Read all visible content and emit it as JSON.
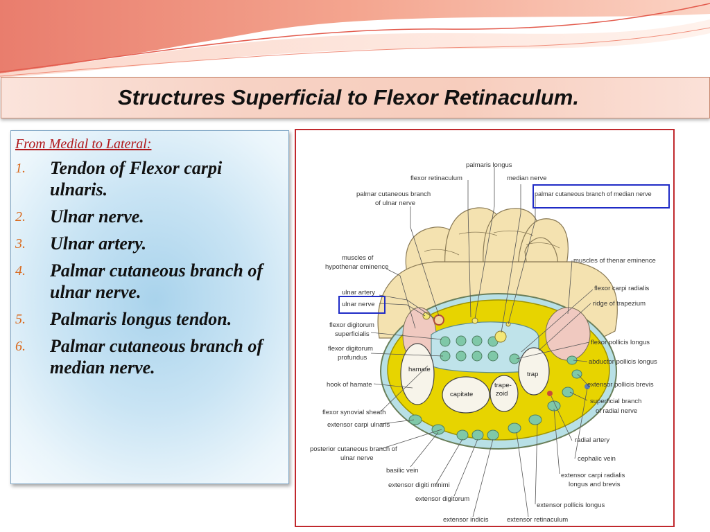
{
  "slide": {
    "title": "Structures Superficial to Flexor Retinaculum.",
    "subheading": "From Medial to Lateral:",
    "items": [
      {
        "number": "1.",
        "text": "Tendon of Flexor carpi ulnaris."
      },
      {
        "number": "2.",
        "text": "Ulnar nerve."
      },
      {
        "number": "3.",
        "text": "Ulnar artery."
      },
      {
        "number": "4.",
        "text": "Palmar cutaneous branch of ulnar nerve."
      },
      {
        "number": "5.",
        "text": "Palmaris longus tendon."
      },
      {
        "number": "6.",
        "text": "Palmar cutaneous branch of median nerve."
      }
    ]
  },
  "figure": {
    "left_labels": {
      "flexor_retinaculum": "flexor retinaculum",
      "palmar_cutaneous_ulnar_1": "palmar cutaneous branch",
      "palmar_cutaneous_ulnar_2": "of ulnar nerve",
      "muscles_hypothenar_1": "muscles of",
      "muscles_hypothenar_2": "hypothenar eminence",
      "ulnar_artery": "ulnar artery",
      "ulnar_nerve": "ulnar nerve",
      "fds_1": "flexor digitorum",
      "fds_2": "superficialis",
      "fdp_1": "flexor digitorum",
      "fdp_2": "profundus",
      "hook_of_hamate": "hook of hamate",
      "flexor_synovial_sheath": "flexor synovial sheath",
      "extensor_carpi_ulnaris": "extensor carpi ulnaris",
      "posterior_cutaneous_1": "posterior cutaneous branch of",
      "posterior_cutaneous_2": "ulnar nerve",
      "basilic_vein": "basilic vein",
      "extensor_digiti_minimi": "extensor digiti minimi",
      "extensor_digitorum": "extensor digitorum",
      "extensor_indicis": "extensor indicis"
    },
    "top_labels": {
      "palmaris_longus": "palmaris longus",
      "median_nerve": "median nerve",
      "palmar_cutaneous_median": "palmar cutaneous branch of median nerve"
    },
    "right_labels": {
      "muscles_thenar": "muscles of thenar eminence",
      "flexor_carpi_radialis": "flexor carpi radialis",
      "ridge_of_trapezium": "ridge of trapezium",
      "flexor_pollicis_longus": "flexor pollicis longus",
      "abductor_pollicis_longus": "abductor pollicis longus",
      "extensor_pollicis_brevis": "extensor pollicis brevis",
      "superficial_radial_1": "superficial branch",
      "superficial_radial_2": "of radial nerve",
      "radial_artery": "radial artery",
      "cephalic_vein": "cephalic vein",
      "ecr_1": "extensor carpi radialis",
      "ecr_2": "longus and brevis",
      "extensor_pollicis_longus": "extensor pollicis longus",
      "extensor_retinaculum": "extensor retinaculum"
    },
    "bone_labels": {
      "hamate": "hamate",
      "capitate": "capitate",
      "trapezoid_1": "trape-",
      "trapezoid_2": "zoid",
      "trap": "trap"
    },
    "colors": {
      "highlight_box": "#1f2bc6",
      "frame": "#c0282d",
      "yellow": "#e7d400",
      "skin": "#f4e2b0"
    }
  }
}
